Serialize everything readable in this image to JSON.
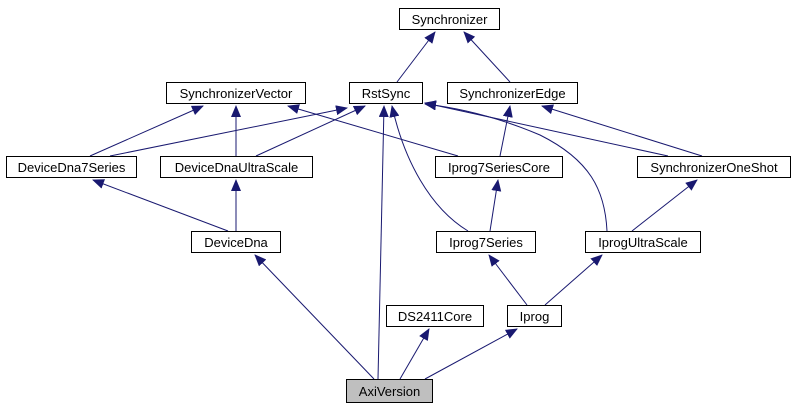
{
  "diagram": {
    "colors": {
      "edge": "#191970",
      "node_border": "#000000",
      "node_fill": "#ffffff",
      "current_fill": "#bfbfbf"
    },
    "nodes": {
      "synchronizer": "Synchronizer",
      "synchronizervector": "SynchronizerVector",
      "rstsync": "RstSync",
      "synchronizeredge": "SynchronizerEdge",
      "devicedna7series": "DeviceDna7Series",
      "devicednaultrascale": "DeviceDnaUltraScale",
      "iprog7seriescore": "Iprog7SeriesCore",
      "synchronizeroneshot": "SynchronizerOneShot",
      "devicedna": "DeviceDna",
      "iprog7series": "Iprog7Series",
      "iprogultrascale": "IprogUltraScale",
      "ds2411core": "DS2411Core",
      "iprog": "Iprog",
      "axiversion": "AxiVersion"
    }
  }
}
